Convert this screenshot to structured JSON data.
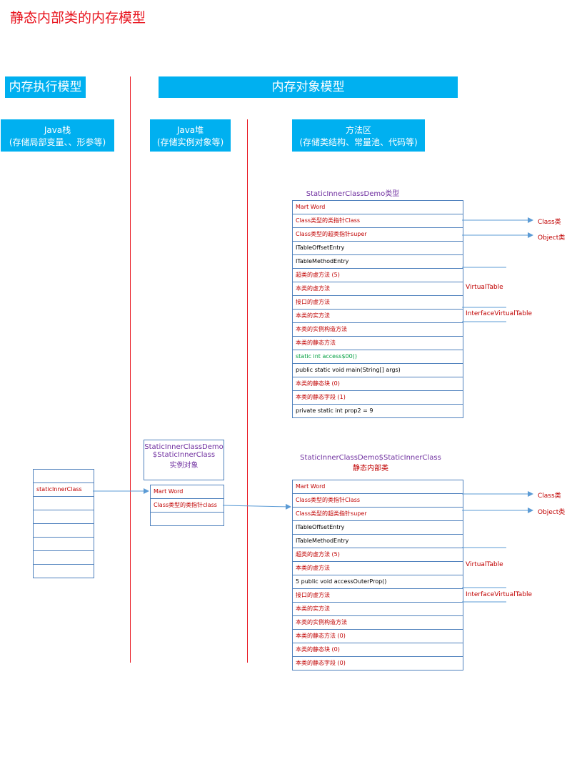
{
  "title": "静态内部类的内存模型",
  "banners": {
    "exec_model": "内存执行模型",
    "object_model": "内存对象模型"
  },
  "heads": {
    "stack": {
      "line1": "Java栈",
      "line2": "(存储局部变量、、形参等)"
    },
    "heap": {
      "line1": "Java堆",
      "line2": "(存储实例对象等)"
    },
    "method_area": {
      "line1": "方法区",
      "line2": "(存储类结构、常量池、代码等)"
    }
  },
  "outer_class": {
    "caption": "StaticInnerClassDemo类型",
    "rows": [
      {
        "text": "Mart Word",
        "color": "red"
      },
      {
        "text": "Class类型的类指针Class",
        "color": "red"
      },
      {
        "text": "Class类型的超类指针super",
        "color": "red"
      },
      {
        "text": "ITableOffsetEntry",
        "color": "black"
      },
      {
        "text": "ITableMethodEntry",
        "color": "black"
      },
      {
        "text": "超类的虚方法 (5)",
        "color": "red"
      },
      {
        "text": "本类的虚方法",
        "color": "red"
      },
      {
        "text": "接口的虚方法",
        "color": "red"
      },
      {
        "text": "本类的实方法",
        "color": "red"
      },
      {
        "text": "本类的实例构造方法",
        "color": "red"
      },
      {
        "text": "本类的静态方法",
        "color": "red"
      },
      {
        "text": "static int access$00()",
        "color": "green"
      },
      {
        "text": "public static void main(String[] args)",
        "color": "black"
      },
      {
        "text": "本类的静态块 (0)",
        "color": "red"
      },
      {
        "text": "本类的静态字段 (1)",
        "color": "red"
      },
      {
        "text": "private static int prop2 = 9",
        "color": "black"
      }
    ],
    "labels": {
      "class_ref": "Class类",
      "object_ref": "Object类",
      "virtual_table": "VirtualTable",
      "interface_virtual_table": "InterfaceVirtualTable"
    }
  },
  "inner_class": {
    "caption_line1": "StaticInnerClassDemo$StaticInnerClass",
    "caption_line2": "静态内部类",
    "rows": [
      {
        "text": "Mart Word",
        "color": "red"
      },
      {
        "text": "Class类型的类指针Class",
        "color": "red"
      },
      {
        "text": "Class类型的超类指针super",
        "color": "red"
      },
      {
        "text": "ITableOffsetEntry",
        "color": "black"
      },
      {
        "text": "ITableMethodEntry",
        "color": "black"
      },
      {
        "text": "超类的虚方法 (5)",
        "color": "red"
      },
      {
        "text": "本类的虚方法",
        "color": "red"
      },
      {
        "text": "5 public void accessOuterProp()",
        "color": "black"
      },
      {
        "text": "接口的虚方法",
        "color": "red"
      },
      {
        "text": "本类的实方法",
        "color": "red"
      },
      {
        "text": "本类的实例构造方法",
        "color": "red"
      },
      {
        "text": "本类的静态方法 (0)",
        "color": "red"
      },
      {
        "text": "本类的静态块 (0)",
        "color": "red"
      },
      {
        "text": "本类的静态字段 (0)",
        "color": "red"
      }
    ],
    "labels": {
      "class_ref": "Class类",
      "object_ref": "Object类",
      "virtual_table": "VirtualTable",
      "interface_virtual_table": "InterfaceVirtualTable"
    }
  },
  "heap_object": {
    "caption_line1": "StaticInnerClassDemo",
    "caption_line2": "$StaticInnerClass",
    "caption_line3": "实例对象",
    "rows": [
      {
        "text": "Mart Word",
        "color": "red"
      },
      {
        "text": "Class类型的类指针class",
        "color": "red"
      },
      {
        "text": "",
        "color": "black"
      }
    ]
  },
  "stack_frame": {
    "rows": [
      {
        "text": "",
        "color": "black"
      },
      {
        "text": "staticInnerClass",
        "color": "red"
      },
      {
        "text": "",
        "color": "black"
      },
      {
        "text": "",
        "color": "black"
      },
      {
        "text": "",
        "color": "black"
      },
      {
        "text": "",
        "color": "black"
      },
      {
        "text": "",
        "color": "black"
      },
      {
        "text": "",
        "color": "black"
      }
    ]
  },
  "colors": {
    "banner": "#00b0f0",
    "divider": "#e8141e",
    "border": "#4f81bd",
    "arrow": "#5b9bd5"
  }
}
